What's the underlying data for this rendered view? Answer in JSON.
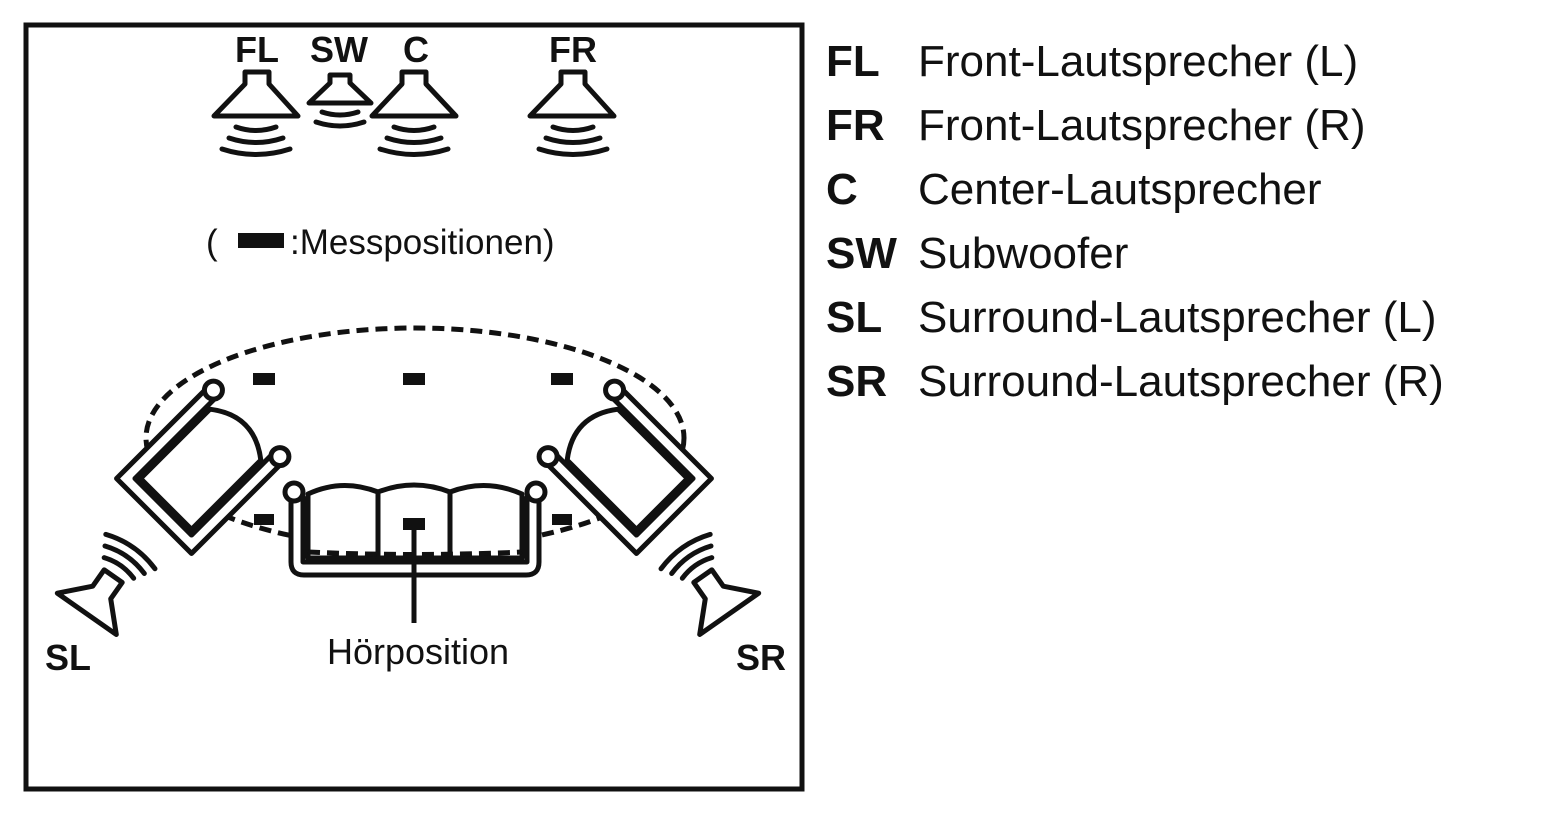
{
  "speakers": {
    "fl": "FL",
    "sw": "SW",
    "c": "C",
    "fr": "FR",
    "sl": "SL",
    "sr": "SR"
  },
  "note": {
    "open": "(",
    "text": ":Messpositionen)"
  },
  "listening_position": "Hörposition",
  "legend": [
    {
      "abbr": "FL",
      "desc": "Front-Lautsprecher (L)"
    },
    {
      "abbr": "FR",
      "desc": "Front-Lautsprecher (R)"
    },
    {
      "abbr": "C",
      "desc": "Center-Lautsprecher"
    },
    {
      "abbr": "SW",
      "desc": "Subwoofer"
    },
    {
      "abbr": "SL",
      "desc": "Surround-Lautsprecher (L)"
    },
    {
      "abbr": "SR",
      "desc": "Surround-Lautsprecher (R)"
    }
  ],
  "colors": {
    "ink": "#111111",
    "background": "#ffffff"
  }
}
